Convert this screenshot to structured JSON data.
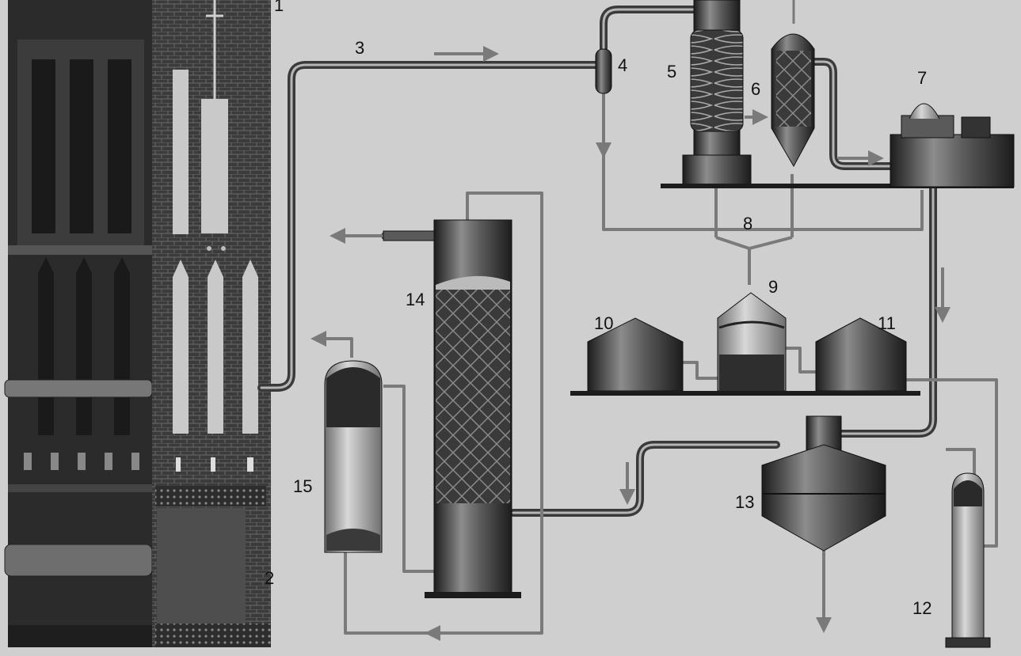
{
  "labels": {
    "n1": "1",
    "n2": "2",
    "n3": "3",
    "n4": "4",
    "n5": "5",
    "n6": "6",
    "n7": "7",
    "n8": "8",
    "n9": "9",
    "n10": "10",
    "n11": "11",
    "n12": "12",
    "n13": "13",
    "n14": "14",
    "n15": "15"
  },
  "colors": {
    "background": "#cfcfcf",
    "equipment_dark": "#2a2a2a",
    "equipment_mid": "#555555",
    "equipment_light": "#bdbdbd",
    "brick": "#3a3a3a",
    "pipe": "#444444",
    "flow_arrow": "#7a7a7a"
  }
}
